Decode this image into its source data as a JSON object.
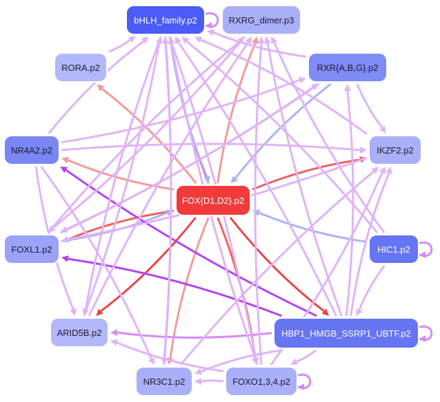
{
  "nodes": [
    {
      "id": "bhlh",
      "label": "bHLH_family.p2",
      "color": "#4a5cf5",
      "light": true
    },
    {
      "id": "rxrg",
      "label": "RXRG_dimer.p3",
      "color": "#aab0f8",
      "light": false
    },
    {
      "id": "rora",
      "label": "RORA.p2",
      "color": "#b3b8fa",
      "light": false
    },
    {
      "id": "rxrabg",
      "label": "RXR{A,B,G}.p2",
      "color": "#7f8bf6",
      "light": false
    },
    {
      "id": "nr4a2",
      "label": "NR4A2.p2",
      "color": "#7a86f3",
      "light": false
    },
    {
      "id": "ikzf2",
      "label": "IKZF2.p2",
      "color": "#aab0f8",
      "light": false
    },
    {
      "id": "foxd",
      "label": "FOX{D1,D2}.p2",
      "color": "#f23a3a",
      "light": true
    },
    {
      "id": "foxl1",
      "label": "FOXL1.p2",
      "color": "#9aa3f7",
      "light": false
    },
    {
      "id": "hic1",
      "label": "HIC1.p2",
      "color": "#6675f2",
      "light": true
    },
    {
      "id": "arid5b",
      "label": "ARID5B.p2",
      "color": "#b3b8fa",
      "light": false
    },
    {
      "id": "hbp1",
      "label": "HBP1_HMGB_SSRP1_UBTF.p2",
      "color": "#6675f2",
      "light": true
    },
    {
      "id": "nr3c1",
      "label": "NR3C1.p2",
      "color": "#aab0f8",
      "light": false
    },
    {
      "id": "foxo",
      "label": "FOXO1,3,4.p2",
      "color": "#aab0f8",
      "light": false
    }
  ],
  "edges": [
    {
      "from": "foxd",
      "to": "bhlh",
      "color": "#f06060"
    },
    {
      "from": "bhlh",
      "to": "foxd",
      "color": "#a9b4f5"
    },
    {
      "from": "foxd",
      "to": "rxrg",
      "color": "#f49a9a"
    },
    {
      "from": "foxd",
      "to": "rora",
      "color": "#f49a9a"
    },
    {
      "from": "foxd",
      "to": "nr4a2",
      "color": "#f49a9a"
    },
    {
      "from": "foxd",
      "to": "foxl1",
      "color": "#f06060"
    },
    {
      "from": "foxd",
      "to": "arid5b",
      "color": "#e84545"
    },
    {
      "from": "foxd",
      "to": "nr3c1",
      "color": "#f49a9a"
    },
    {
      "from": "foxd",
      "to": "foxo",
      "color": "#f06060"
    },
    {
      "from": "foxd",
      "to": "hbp1",
      "color": "#e84545"
    },
    {
      "from": "foxd",
      "to": "ikzf2",
      "color": "#f06060"
    },
    {
      "from": "rxrabg",
      "to": "foxd",
      "color": "#a9b4f5"
    },
    {
      "from": "hic1",
      "to": "foxd",
      "color": "#a9b4f5"
    },
    {
      "from": "foxl1",
      "to": "foxd",
      "color": "#a9b4f5"
    },
    {
      "from": "hbp1",
      "to": "nr4a2",
      "color": "#b444ee"
    },
    {
      "from": "hbp1",
      "to": "foxl1",
      "color": "#b444ee"
    },
    {
      "from": "hbp1",
      "to": "arid5b",
      "color": "#d68af5"
    },
    {
      "from": "hbp1",
      "to": "bhlh",
      "color": "#e0b3f8"
    },
    {
      "from": "hbp1",
      "to": "rxrg",
      "color": "#e0b3f8"
    },
    {
      "from": "hbp1",
      "to": "rxrabg",
      "color": "#e0b3f8"
    },
    {
      "from": "hbp1",
      "to": "ikzf2",
      "color": "#e0b3f8"
    },
    {
      "from": "hbp1",
      "to": "nr3c1",
      "color": "#e0b3f8"
    },
    {
      "from": "hbp1",
      "to": "foxo",
      "color": "#e0b3f8"
    },
    {
      "from": "hic1",
      "to": "bhlh",
      "color": "#e0b3f8"
    },
    {
      "from": "hic1",
      "to": "rxrg",
      "color": "#e0b3f8"
    },
    {
      "from": "hic1",
      "to": "hbp1",
      "color": "#e0b3f8"
    },
    {
      "from": "nr4a2",
      "to": "bhlh",
      "color": "#e0b3f8"
    },
    {
      "from": "nr4a2",
      "to": "rxrabg",
      "color": "#e0b3f8"
    },
    {
      "from": "nr4a2",
      "to": "ikzf2",
      "color": "#e0b3f8"
    },
    {
      "from": "nr4a2",
      "to": "arid5b",
      "color": "#e0b3f8"
    },
    {
      "from": "nr4a2",
      "to": "nr3c1",
      "color": "#e0b3f8"
    },
    {
      "from": "rora",
      "to": "bhlh",
      "color": "#e0b3f8"
    },
    {
      "from": "rxrabg",
      "to": "bhlh",
      "color": "#e0b3f8"
    },
    {
      "from": "rxrabg",
      "to": "ikzf2",
      "color": "#e0b3f8"
    },
    {
      "from": "rxrabg",
      "to": "foxl1",
      "color": "#e0b3f8"
    },
    {
      "from": "ikzf2",
      "to": "bhlh",
      "color": "#e0b3f8"
    },
    {
      "from": "ikzf2",
      "to": "foxl1",
      "color": "#e0b3f8"
    },
    {
      "from": "foxl1",
      "to": "rxrabg",
      "color": "#e0b3f8"
    },
    {
      "from": "foxl1",
      "to": "rxrg",
      "color": "#e0b3f8"
    },
    {
      "from": "arid5b",
      "to": "bhlh",
      "color": "#e0b3f8"
    },
    {
      "from": "arid5b",
      "to": "rxrg",
      "color": "#e0b3f8"
    },
    {
      "from": "nr3c1",
      "to": "bhlh",
      "color": "#e0b3f8"
    },
    {
      "from": "nr3c1",
      "to": "ikzf2",
      "color": "#e0b3f8"
    },
    {
      "from": "foxo",
      "to": "bhlh",
      "color": "#e0b3f8"
    },
    {
      "from": "foxo",
      "to": "rxrg",
      "color": "#e0b3f8"
    },
    {
      "from": "foxo",
      "to": "nr3c1",
      "color": "#e0b3f8"
    },
    {
      "from": "foxo",
      "to": "arid5b",
      "color": "#e0b3f8"
    },
    {
      "from": "foxo",
      "to": "ikzf2",
      "color": "#e0b3f8"
    },
    {
      "from": "rxrg",
      "to": "foxl1",
      "color": "#e0b3f8"
    },
    {
      "from": "bhlh",
      "to": "arid5b",
      "color": "#e0b3f8"
    },
    {
      "from": "bhlh",
      "to": "nr3c1",
      "color": "#e0b3f8"
    },
    {
      "from": "bhlh",
      "to": "foxo",
      "color": "#e0b3f8"
    },
    {
      "from": "bhlh",
      "to": "bhlh",
      "color": "#d68af5",
      "loop": true
    },
    {
      "from": "hic1",
      "to": "hic1",
      "color": "#d68af5",
      "loop": true
    },
    {
      "from": "hbp1",
      "to": "hbp1",
      "color": "#d68af5",
      "loop": true
    },
    {
      "from": "foxo",
      "to": "foxo",
      "color": "#d68af5",
      "loop": true
    }
  ]
}
